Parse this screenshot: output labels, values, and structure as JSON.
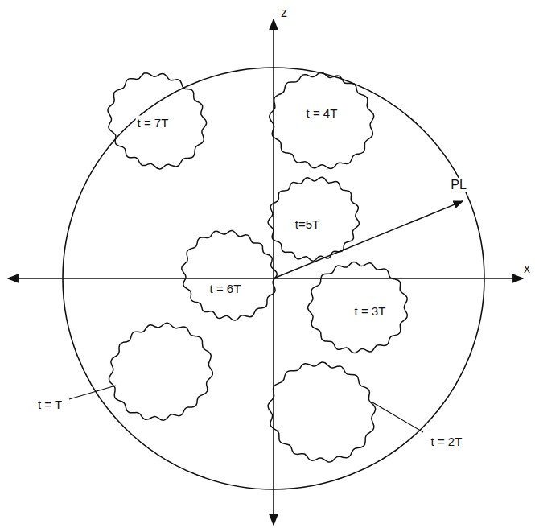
{
  "diagram": {
    "nodes": [
      {
        "text": [
          "t = 7T"
        ]
      },
      {
        "text": [
          "t = 4T"
        ]
      },
      {
        "text": [
          "t=5T"
        ]
      },
      {
        "text": [
          "t = 6T"
        ]
      },
      {
        "text": [
          "t = 3T"
        ]
      },
      {
        "text": [
          "t = T"
        ]
      },
      {
        "text": [
          "t = 2T"
        ]
      }
    ],
    "labels": [
      "z",
      "x",
      "PL"
    ]
  }
}
